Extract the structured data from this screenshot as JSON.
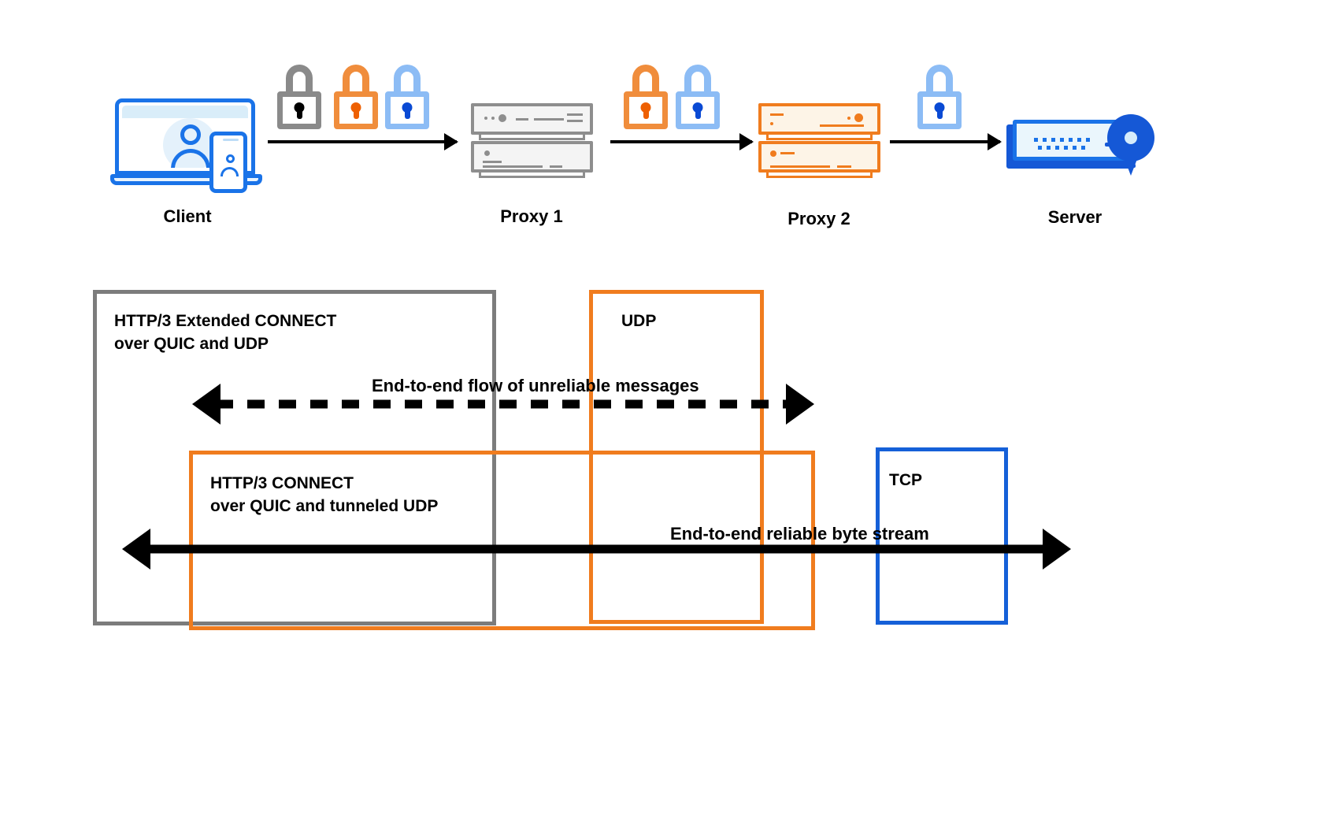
{
  "diagram": {
    "title": "MASQUE proxy chain with HTTP/3 CONNECT tunneling",
    "colors": {
      "gray": "#7c7c7c",
      "orange": "#f07c1e",
      "blue": "#1560d8",
      "light_blue_lock": "#8cbcf5",
      "black": "#000000"
    },
    "topology": {
      "nodes": [
        {
          "id": "client",
          "label": "Client",
          "icon": "laptop-phone-user-icon"
        },
        {
          "id": "proxy1",
          "label": "Proxy 1",
          "icon": "server-rack-gray-icon"
        },
        {
          "id": "proxy2",
          "label": "Proxy 2",
          "icon": "server-rack-orange-icon"
        },
        {
          "id": "server",
          "label": "Server",
          "icon": "server-location-pin-icon"
        }
      ],
      "links": [
        {
          "from": "client",
          "to": "proxy1",
          "icon": "arrow-right-icon",
          "locks": [
            "gray",
            "orange",
            "blue"
          ]
        },
        {
          "from": "proxy1",
          "to": "proxy2",
          "icon": "arrow-right-icon",
          "locks": [
            "orange",
            "blue"
          ]
        },
        {
          "from": "proxy2",
          "to": "server",
          "icon": "arrow-right-icon",
          "locks": [
            "blue"
          ]
        }
      ]
    },
    "layers": [
      {
        "id": "h3-extended-connect",
        "color": "gray",
        "label": "HTTP/3 Extended CONNECT\nover QUIC and UDP"
      },
      {
        "id": "udp",
        "color": "orange",
        "label": "UDP"
      },
      {
        "id": "h3-connect",
        "color": "orange",
        "label": "HTTP/3 CONNECT\nover QUIC and tunneled UDP"
      },
      {
        "id": "tcp",
        "color": "blue",
        "label": "TCP"
      }
    ],
    "flows": [
      {
        "id": "unreliable-messages",
        "label": "End-to-end flow of unreliable messages",
        "style": "dashed",
        "direction": "bidirectional"
      },
      {
        "id": "reliable-byte-stream",
        "label": "End-to-end reliable byte stream",
        "style": "solid",
        "direction": "bidirectional"
      }
    ]
  }
}
